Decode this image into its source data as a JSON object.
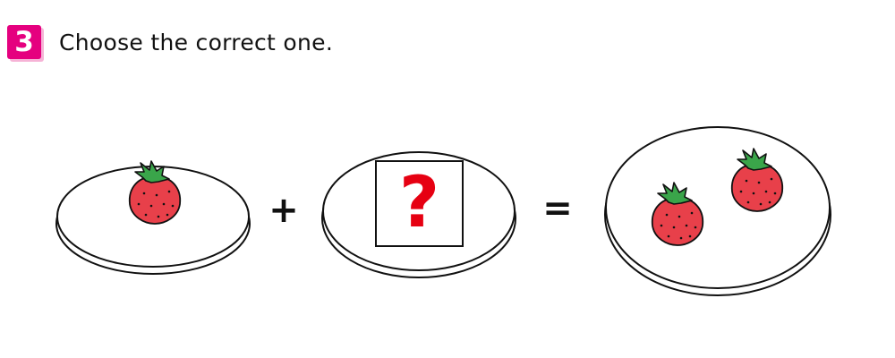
{
  "header": {
    "number": "3",
    "instruction": "Choose the correct one.",
    "badge_color": "#e5007f"
  },
  "equation": {
    "left_plate": {
      "strawberry_count": 1,
      "icon": "strawberry-icon"
    },
    "plus_sign": "+",
    "mystery_plate": {
      "symbol": "?",
      "symbol_color": "#e60012"
    },
    "equals_sign": "=",
    "right_plate": {
      "strawberry_count": 2,
      "icon": "strawberry-icon"
    }
  },
  "colors": {
    "strawberry_red": "#e8404a",
    "leaf_green": "#3aa54a",
    "outline": "#111111"
  }
}
